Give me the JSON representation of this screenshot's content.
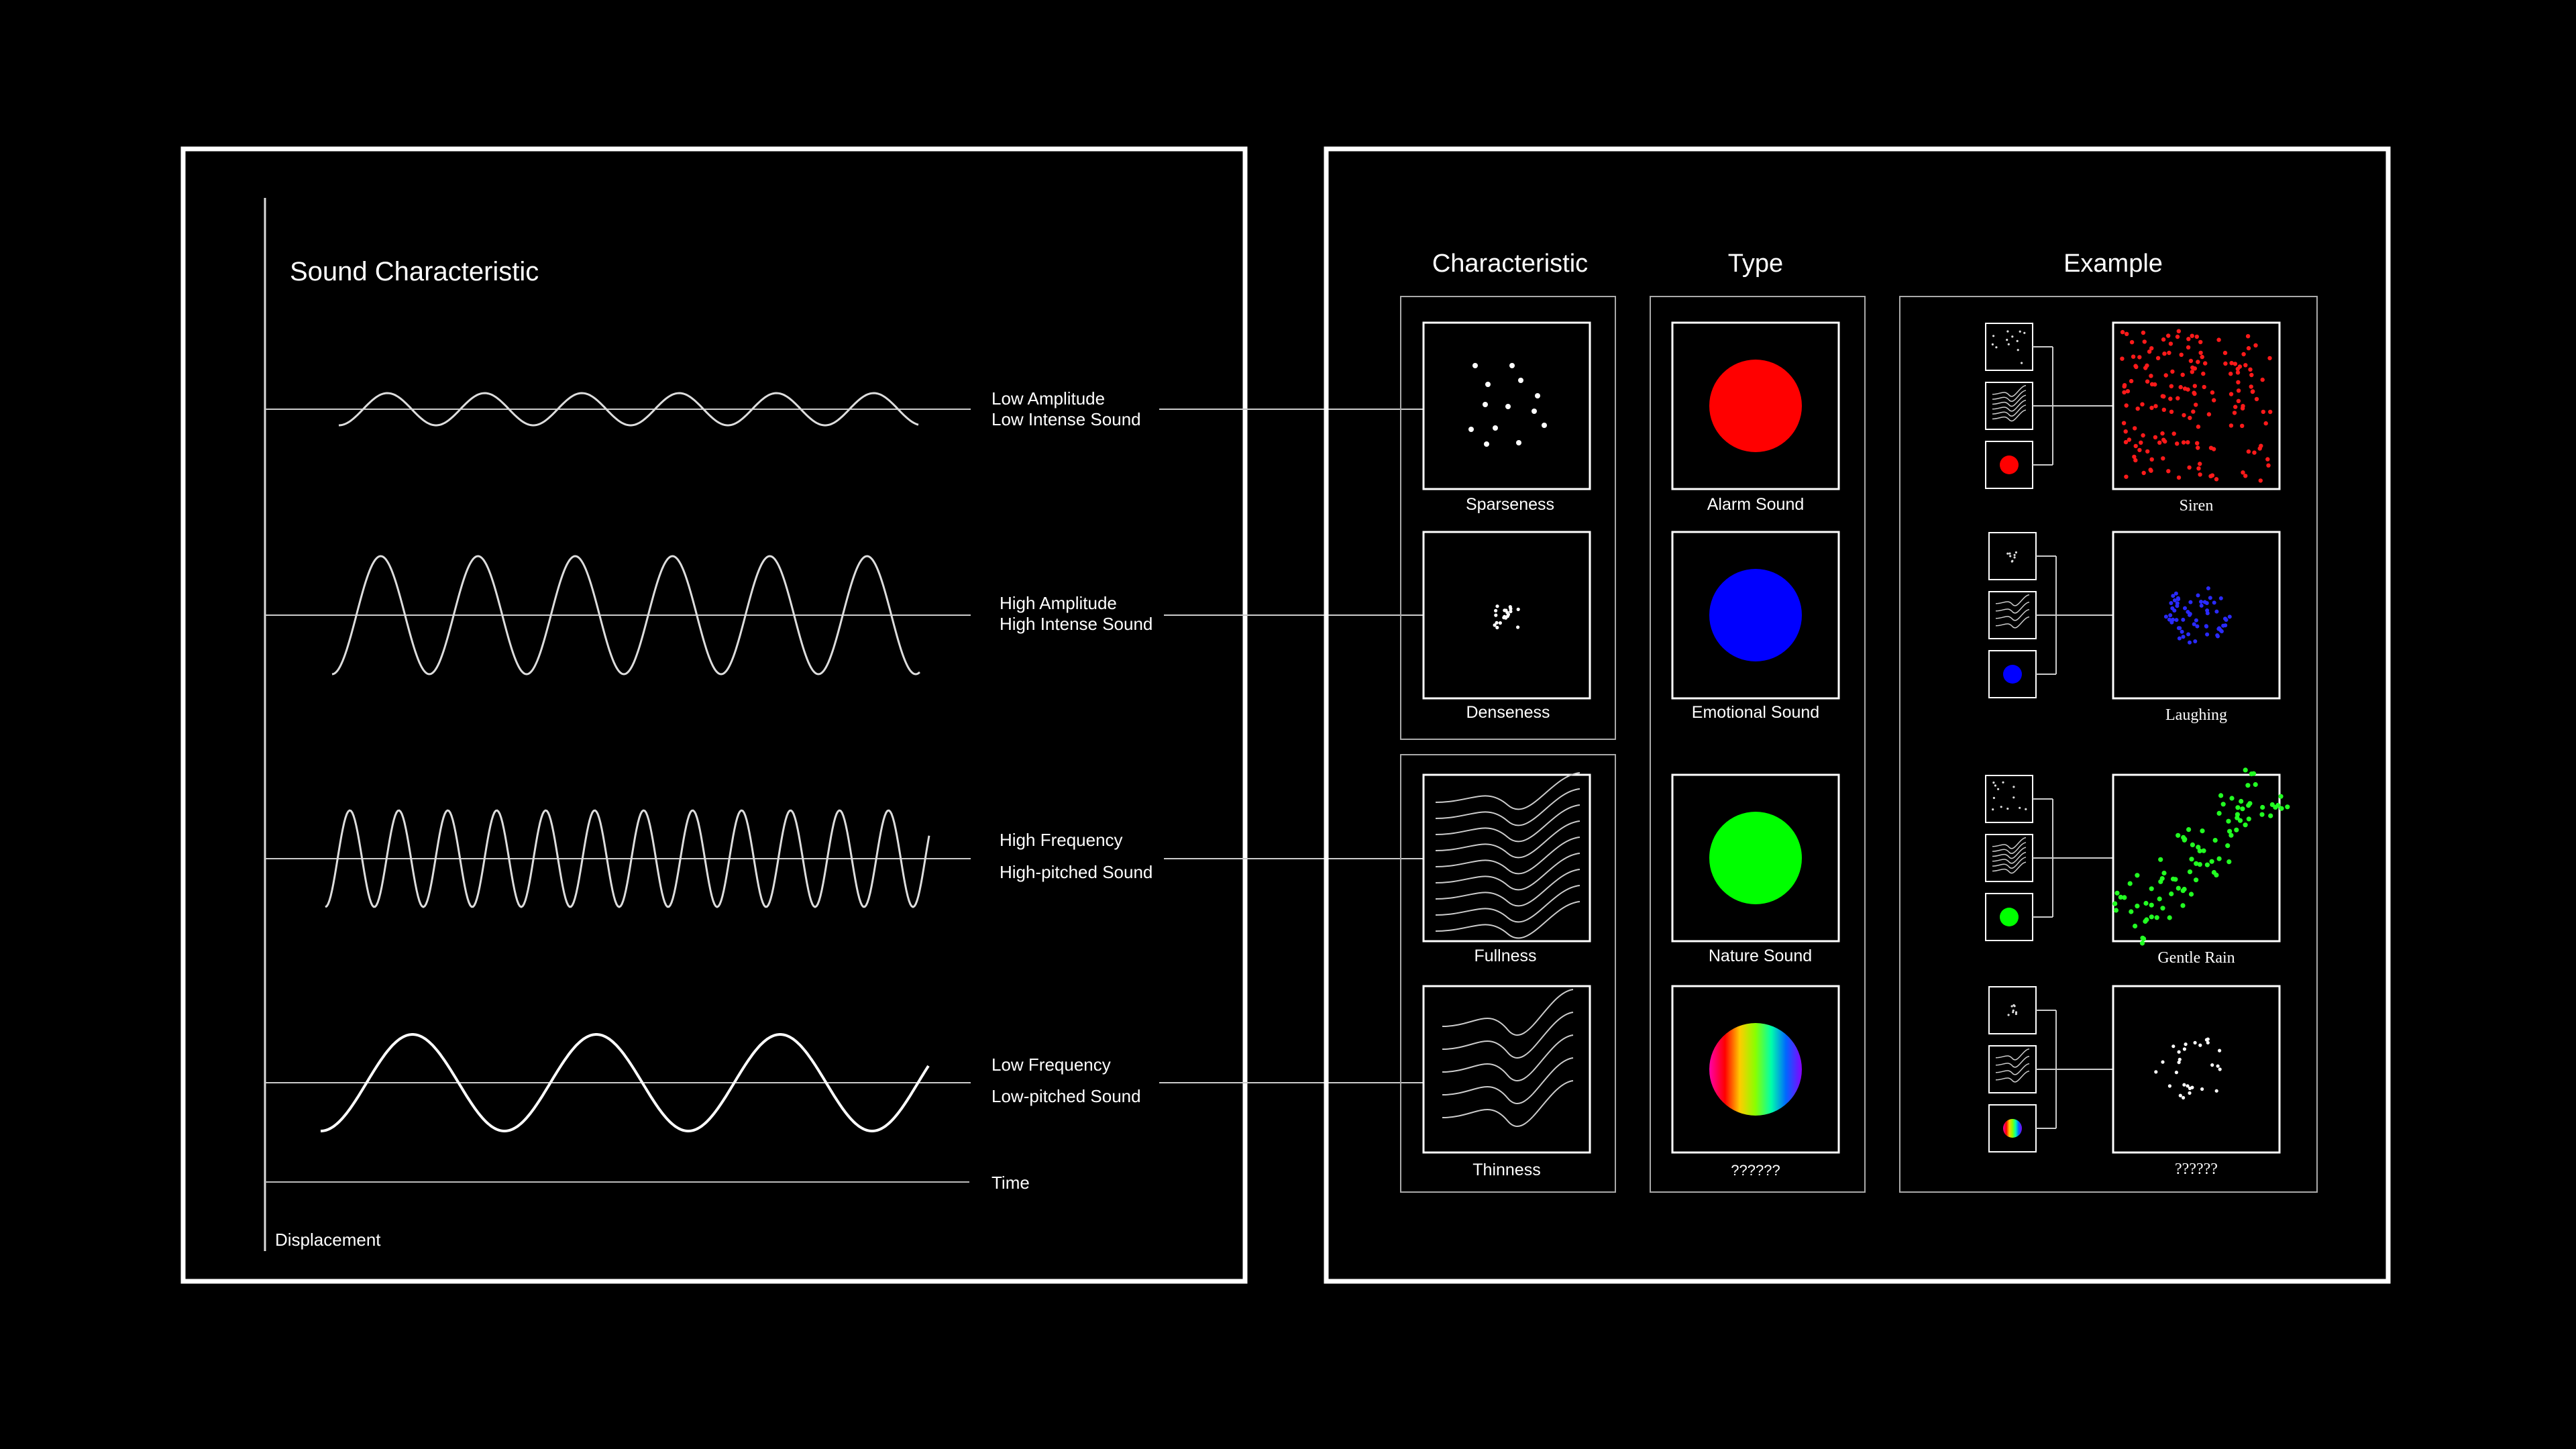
{
  "left_panel": {
    "title": "Sound Characteristic",
    "x_axis_label": "Time",
    "y_axis_label": "Displacement",
    "waves": [
      {
        "name": "low-amplitude-wave",
        "label_line1": "Low Amplitude",
        "label_line2": "Low Intense Sound"
      },
      {
        "name": "high-amplitude-wave",
        "label_line1": "High Amplitude",
        "label_line2": "High Intense Sound"
      },
      {
        "name": "high-frequency-wave",
        "label_line1": "High Frequency",
        "label_line2": "High-pitched Sound"
      },
      {
        "name": "low-frequency-wave",
        "label_line1": "Low Frequency",
        "label_line2": "Low-pitched Sound"
      }
    ]
  },
  "right_panel": {
    "headers": {
      "characteristic": "Characteristic",
      "type": "Type",
      "example": "Example"
    },
    "characteristics": [
      "Sparseness",
      "Denseness",
      "Fullness",
      "Thinness"
    ],
    "types": [
      {
        "label": "Alarm Sound",
        "color": "#ff0000"
      },
      {
        "label": "Emotional Sound",
        "color": "#0000ff"
      },
      {
        "label": "Nature Sound",
        "color": "#00ff00"
      },
      {
        "label": "??????",
        "color": "rainbow"
      }
    ],
    "examples": [
      {
        "label": "Siren",
        "dot_color": "#ff1a1a"
      },
      {
        "label": "Laughing",
        "dot_color": "#2a2aff"
      },
      {
        "label": "Gentle Rain",
        "dot_color": "#22ff22"
      },
      {
        "label": "??????",
        "dot_color": "#ffffff"
      }
    ]
  }
}
